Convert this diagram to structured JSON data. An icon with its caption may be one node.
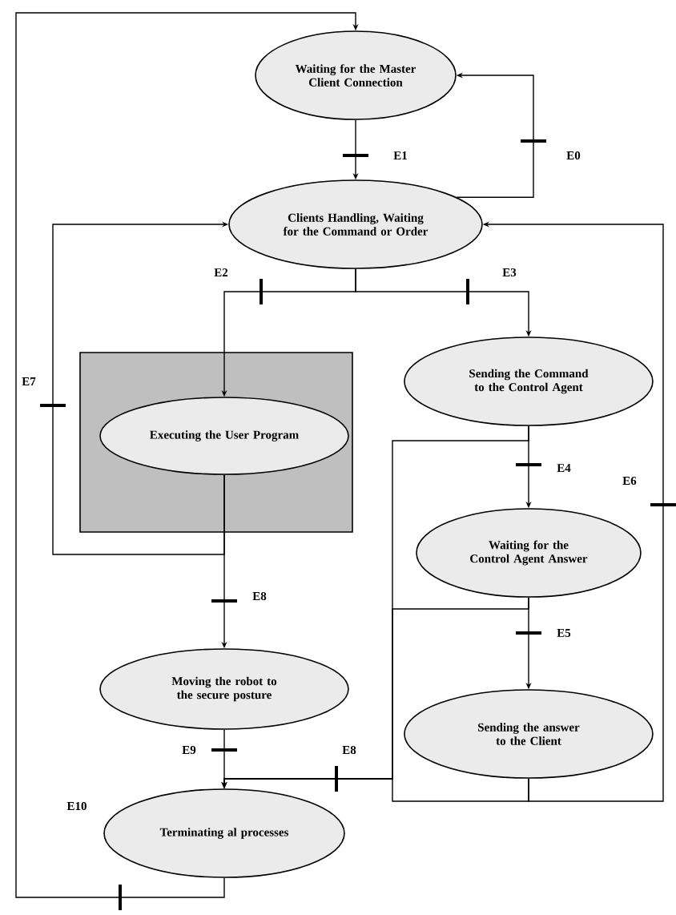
{
  "diagram": {
    "nodes": [
      {
        "text": [
          "Waiting for the Master Client Connection"
        ]
      },
      {
        "text": [
          "Clients Handling, Waiting for the Command or Order"
        ]
      },
      {
        "text": [],
        "shape": "box"
      },
      {
        "text": [
          "Executing the User Program"
        ],
        "in": 2
      },
      {
        "text": [
          "Sending the Command to the Control Agent"
        ]
      },
      {
        "text": [
          "Waiting for the Control Agent Answer"
        ]
      },
      {
        "text": [
          "Moving the robot to the secure posture"
        ]
      },
      {
        "text": [
          "Sending the answer to the Client"
        ]
      },
      {
        "text": [
          "Terminating al processes"
        ]
      }
    ],
    "edges": [
      {
        "from": 0,
        "to": 1,
        "arrow": "to",
        "label": "E1"
      },
      {
        "from": 1,
        "to": 0,
        "arrow": "to",
        "label": "E0"
      },
      {
        "from": 1,
        "to": 3,
        "arrow": "to",
        "label": "E2"
      },
      {
        "from": 1,
        "to": 4,
        "arrow": "to",
        "label": "E3"
      },
      {
        "from": 3,
        "to": 1,
        "arrow": "to",
        "label": "E7"
      },
      {
        "from": 3,
        "to": 6,
        "arrow": "to",
        "label": "E8"
      },
      {
        "from": 4,
        "to": 5,
        "arrow": "to",
        "label": "E4"
      },
      {
        "from": 5,
        "to": 7,
        "arrow": "to",
        "label": "E5"
      },
      {
        "from": 7,
        "to": 1,
        "arrow": "to",
        "label": "E6"
      },
      {
        "from": 4,
        "to": 8,
        "arrow": "to"
      },
      {
        "from": 5,
        "to": 8,
        "arrow": "to"
      },
      {
        "from": 7,
        "to": 8,
        "arrow": "to",
        "label": "E8"
      },
      {
        "from": 6,
        "to": 8,
        "arrow": "to",
        "label": "E9"
      },
      {
        "from": 8,
        "to": 0,
        "arrow": "to",
        "label": "E10"
      }
    ]
  }
}
